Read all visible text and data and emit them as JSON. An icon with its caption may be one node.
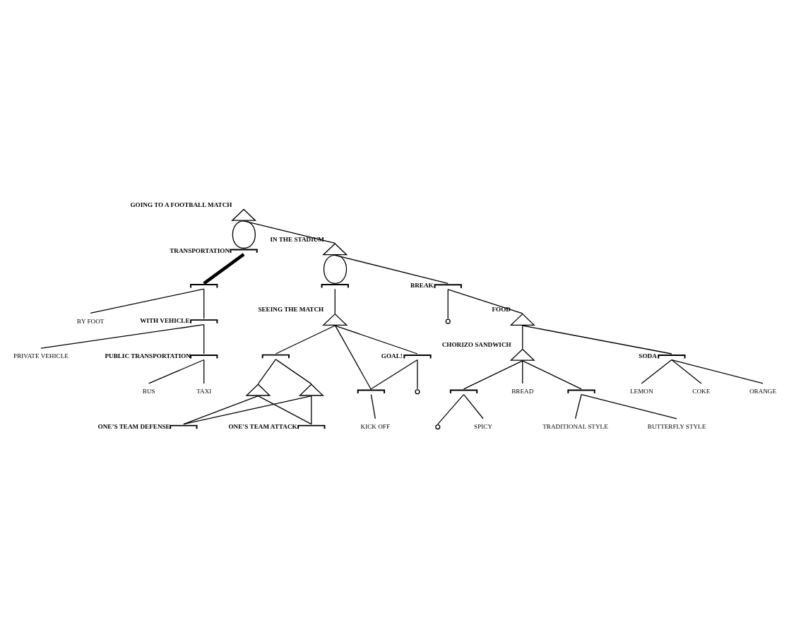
{
  "diagram": {
    "nodes": [
      {
        "text": [
          "GOING TO A FOOTBALL MATCH"
        ]
      },
      {
        "text": [
          "TRANSPORTATION"
        ]
      },
      {
        "text": [],
        "shape": "bracket"
      },
      {
        "text": [
          "WITH VEHICLE"
        ]
      },
      {
        "text": [
          "BY FOOT"
        ]
      },
      {
        "text": [
          "PUBLIC TRANSPORTATION"
        ]
      },
      {
        "text": [
          "PRIVATE VEHICLE"
        ]
      },
      {
        "text": [
          "BUS"
        ]
      },
      {
        "text": [
          "TAXI"
        ]
      },
      {
        "text": [
          "IN THE STADIUM"
        ]
      },
      {
        "text": [
          "BREAK"
        ]
      },
      {
        "text": [],
        "shape": "circle"
      },
      {
        "text": [
          "FOOD"
        ]
      },
      {
        "text": [
          "CHORIZO SANDWICH"
        ]
      },
      {
        "text": [
          "SODA"
        ]
      },
      {
        "text": [
          "BREAD"
        ]
      },
      {
        "text": [],
        "shape": "bracket"
      },
      {
        "text": [],
        "shape": "bracket"
      },
      {
        "text": [],
        "shape": "circle"
      },
      {
        "text": [
          "SPICY"
        ]
      },
      {
        "text": [
          "TRADITIONAL STYLE"
        ]
      },
      {
        "text": [
          "BUTTERFLY STYLE"
        ]
      },
      {
        "text": [
          "COKE"
        ]
      },
      {
        "text": [
          "ORANGE"
        ]
      },
      {
        "text": [
          "LEMON"
        ]
      },
      {
        "text": [],
        "shape": "bracket"
      },
      {
        "text": [
          "SEEING THE MATCH"
        ]
      },
      {
        "text": [],
        "shape": "bracket"
      },
      {
        "text": [
          "KICK OFF"
        ]
      },
      {
        "text": [],
        "shape": "bracket"
      },
      {
        "text": [
          "GOAL!"
        ]
      },
      {
        "text": [],
        "shape": "circle"
      },
      {
        "text": [],
        "shape": "triangle"
      },
      {
        "text": [],
        "shape": "triangle"
      },
      {
        "text": [
          "ONE’S TEAM ATTACK"
        ]
      },
      {
        "text": [
          "ONE’S TEAM DEFENSE"
        ]
      }
    ],
    "edges": [
      {
        "from": 0,
        "to": 1,
        "arrow": "none"
      },
      {
        "from": 0,
        "to": 1,
        "arrow": "none"
      },
      {
        "from": 0,
        "to": 9,
        "arrow": "none"
      },
      {
        "from": 1,
        "to": 2,
        "arrow": "none",
        "style": "thick"
      },
      {
        "from": 2,
        "to": 3,
        "arrow": "none"
      },
      {
        "from": 2,
        "to": 4,
        "arrow": "none"
      },
      {
        "from": 3,
        "to": 5,
        "arrow": "none"
      },
      {
        "from": 3,
        "to": 6,
        "arrow": "none"
      },
      {
        "from": 5,
        "to": 7,
        "arrow": "none"
      },
      {
        "from": 5,
        "to": 8,
        "arrow": "none"
      },
      {
        "from": 9,
        "to": 10,
        "arrow": "none"
      },
      {
        "from": 9,
        "to": 25,
        "arrow": "none"
      },
      {
        "from": 9,
        "to": 25,
        "arrow": "none"
      },
      {
        "from": 10,
        "to": 11,
        "arrow": "none"
      },
      {
        "from": 10,
        "to": 12,
        "arrow": "none"
      },
      {
        "from": 12,
        "to": 13,
        "arrow": "none"
      },
      {
        "from": 12,
        "to": 14,
        "arrow": "none"
      },
      {
        "from": 13,
        "to": 15,
        "arrow": "none"
      },
      {
        "from": 13,
        "to": 16,
        "arrow": "none"
      },
      {
        "from": 13,
        "to": 17,
        "arrow": "none"
      },
      {
        "from": 17,
        "to": 18,
        "arrow": "none"
      },
      {
        "from": 17,
        "to": 19,
        "arrow": "none"
      },
      {
        "from": 16,
        "to": 20,
        "arrow": "none"
      },
      {
        "from": 16,
        "to": 21,
        "arrow": "none"
      },
      {
        "from": 14,
        "to": 22,
        "arrow": "none"
      },
      {
        "from": 14,
        "to": 23,
        "arrow": "none"
      },
      {
        "from": 14,
        "to": 24,
        "arrow": "none"
      },
      {
        "from": 25,
        "to": 26,
        "arrow": "none"
      },
      {
        "from": 26,
        "to": 27,
        "arrow": "none"
      },
      {
        "from": 26,
        "to": 29,
        "arrow": "none"
      },
      {
        "from": 26,
        "to": 30,
        "arrow": "none"
      },
      {
        "from": 27,
        "to": 28,
        "arrow": "none"
      },
      {
        "from": 30,
        "to": 27,
        "arrow": "none"
      },
      {
        "from": 30,
        "to": 31,
        "arrow": "none"
      },
      {
        "from": 29,
        "to": 32,
        "arrow": "none"
      },
      {
        "from": 29,
        "to": 33,
        "arrow": "none"
      },
      {
        "from": 32,
        "to": 34,
        "arrow": "none"
      },
      {
        "from": 32,
        "to": 35,
        "arrow": "none"
      },
      {
        "from": 33,
        "to": 34,
        "arrow": "none"
      },
      {
        "from": 33,
        "to": 35,
        "arrow": "none"
      }
    ]
  }
}
